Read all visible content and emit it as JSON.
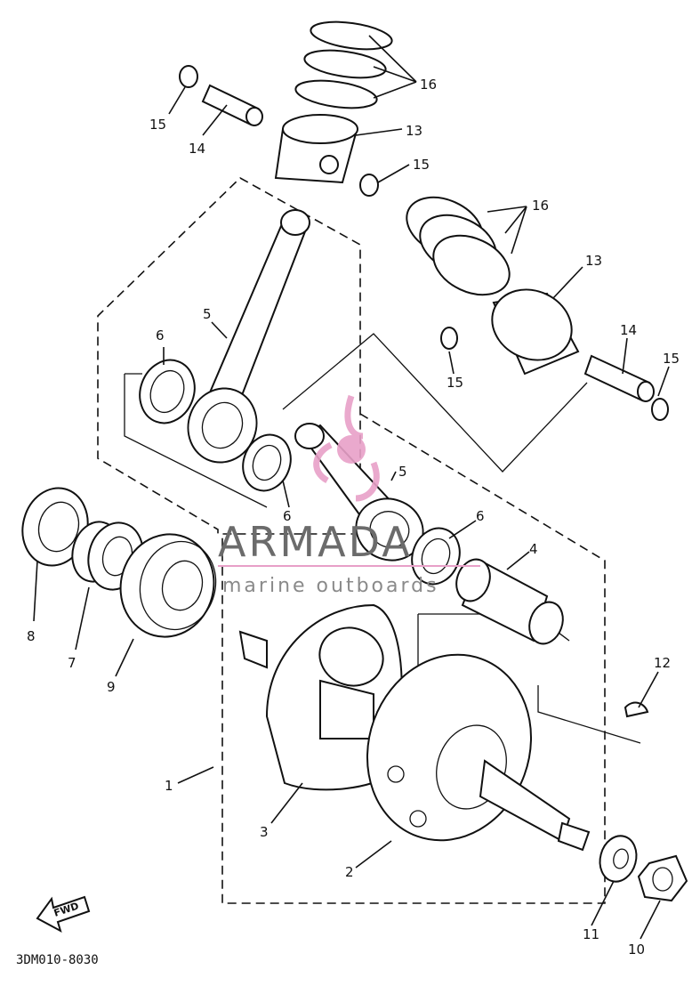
{
  "diagram": {
    "part_labels": [
      {
        "id": "lbl-16-a",
        "text": "16"
      },
      {
        "id": "lbl-15-a",
        "text": "15"
      },
      {
        "id": "lbl-14-a",
        "text": "14"
      },
      {
        "id": "lbl-13-a",
        "text": "13"
      },
      {
        "id": "lbl-15-b",
        "text": "15"
      },
      {
        "id": "lbl-16-b",
        "text": "16"
      },
      {
        "id": "lbl-13-b",
        "text": "13"
      },
      {
        "id": "lbl-6-a",
        "text": "6"
      },
      {
        "id": "lbl-5-a",
        "text": "5"
      },
      {
        "id": "lbl-14-b",
        "text": "14"
      },
      {
        "id": "lbl-15-c",
        "text": "15"
      },
      {
        "id": "lbl-15-d",
        "text": "15"
      },
      {
        "id": "lbl-5-b",
        "text": "5"
      },
      {
        "id": "lbl-6-b",
        "text": "6"
      },
      {
        "id": "lbl-6-c",
        "text": "6"
      },
      {
        "id": "lbl-4",
        "text": "4"
      },
      {
        "id": "lbl-8",
        "text": "8"
      },
      {
        "id": "lbl-7",
        "text": "7"
      },
      {
        "id": "lbl-9",
        "text": "9"
      },
      {
        "id": "lbl-12",
        "text": "12"
      },
      {
        "id": "lbl-1",
        "text": "1"
      },
      {
        "id": "lbl-3",
        "text": "3"
      },
      {
        "id": "lbl-2",
        "text": "2"
      },
      {
        "id": "lbl-11",
        "text": "11"
      },
      {
        "id": "lbl-10",
        "text": "10"
      }
    ],
    "fwd_label": "FWD",
    "drawing_code": "3DM010-8030"
  },
  "watermark": {
    "brand": "ARMADA",
    "tagline": "marine outboards",
    "accent_color": "#e8a0c8",
    "text_color": "#6b6b6b"
  }
}
